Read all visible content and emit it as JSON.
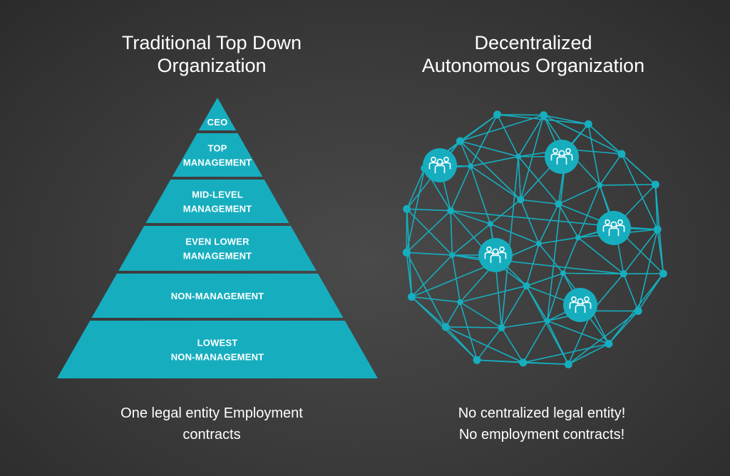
{
  "left": {
    "title_line1": "Traditional Top Down",
    "title_line2": "Organization",
    "caption_line1": "One legal entity Employment",
    "caption_line2": "contracts",
    "tiers": [
      {
        "lines": [
          "CEO"
        ]
      },
      {
        "lines": [
          "TOP",
          "MANAGEMENT"
        ]
      },
      {
        "lines": [
          "MID-LEVEL",
          "MANAGEMENT"
        ]
      },
      {
        "lines": [
          "EVEN LOWER",
          "MANAGEMENT"
        ]
      },
      {
        "lines": [
          "NON-MANAGEMENT"
        ]
      },
      {
        "lines": [
          "LOWEST",
          "NON-MANAGEMENT"
        ]
      }
    ]
  },
  "right": {
    "title_line1": "Decentralized",
    "title_line2": "Autonomous Organization",
    "caption_line1": "No centralized legal entity!",
    "caption_line2": "No employment contracts!"
  },
  "colors": {
    "accent": "#16aebf",
    "background": "#3a3a3a",
    "text": "#ffffff"
  },
  "icons": {
    "hub": "people-group-icon"
  }
}
